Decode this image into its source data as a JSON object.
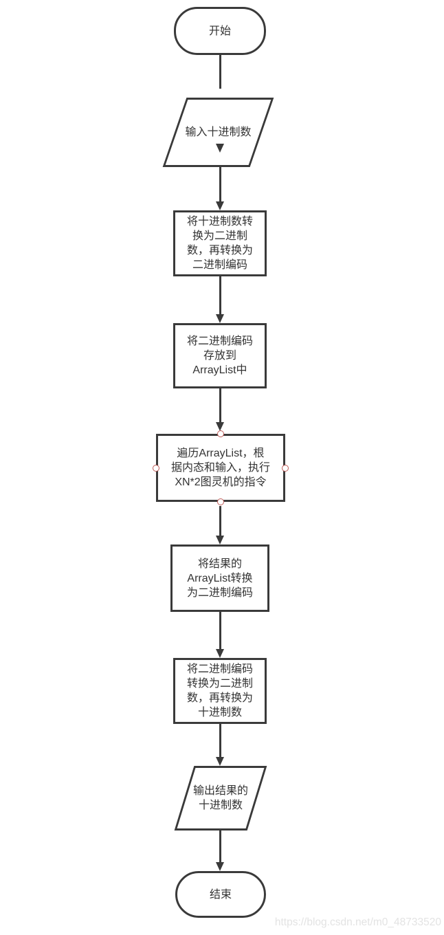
{
  "theme": {
    "stroke": "#3a3a3a",
    "text_color": "#333333",
    "fill": "#ffffff",
    "connection_point_color": "#bf5b57",
    "watermark_color": "#e3e3e3"
  },
  "watermark": {
    "text": "https://blog.csdn.net/m0_48733520"
  },
  "nodes": [
    {
      "id": "start",
      "type": "terminator",
      "label": "开始"
    },
    {
      "id": "input-decimal",
      "type": "input-output",
      "label": "输入十进制数"
    },
    {
      "id": "decimal-to-binary-code",
      "type": "process",
      "label": "将十进制数转\n换为二进制\n数，再转换为\n二进制编码"
    },
    {
      "id": "store-in-arraylist",
      "type": "process",
      "label": "将二进制编码\n存放到\nArrayList中"
    },
    {
      "id": "traverse-arraylist-turing",
      "type": "process",
      "label": "遍历ArrayList，根\n据内态和输入，执行\nXN*2图灵机的指令"
    },
    {
      "id": "result-arraylist-to-binary-code",
      "type": "process",
      "label": "将结果的\nArrayList转换\n为二进制编码"
    },
    {
      "id": "binary-code-to-decimal",
      "type": "process",
      "label": "将二进制编码\n转换为二进制\n数，再转换为\n十进制数"
    },
    {
      "id": "output-decimal",
      "type": "input-output",
      "label": "输出结果的\n十进制数"
    },
    {
      "id": "end",
      "type": "terminator",
      "label": "结束"
    }
  ]
}
